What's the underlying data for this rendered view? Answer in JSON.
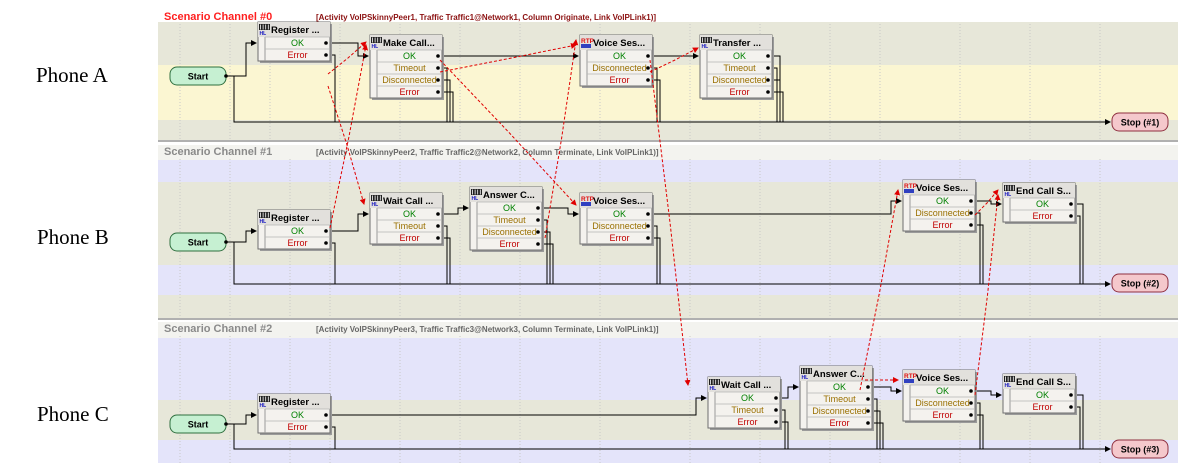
{
  "phones": [
    "Phone A",
    "Phone B",
    "Phone C"
  ],
  "colors": {
    "channel_active_title": "#ff2020",
    "channel_inactive_title": "#8a8a8a",
    "channel_desc": "#8b1010",
    "lane_yellow": "#fbf6d2",
    "lane_blue": "#e4e4fa",
    "lane_gray": "#e7e7d9",
    "start_fill": "#c6f0d2",
    "stop_fill": "#f5c8cc",
    "port_ok": "#008000",
    "port_timeout": "#9a7000",
    "port_error": "#c00000",
    "signal_link": "#e00000"
  },
  "channels": [
    {
      "title": "Scenario Channel #0",
      "description": "[Activity VoIPSkinnyPeer1, Traffic Traffic1@Network1, Column Originate, Link VoIPLink1)]",
      "start_label": "Start",
      "stop_label": "Stop (#1)",
      "blocks": [
        {
          "title": "Register ...",
          "icon": "hl-icon",
          "ports": [
            "OK",
            "Error"
          ]
        },
        {
          "title": "Make Call...",
          "icon": "hl-icon",
          "ports": [
            "OK",
            "Timeout",
            "Disconnected",
            "Error"
          ]
        },
        {
          "title": "Voice Ses...",
          "icon": "rtp-icon",
          "ports": [
            "OK",
            "Disconnected",
            "Error"
          ]
        },
        {
          "title": "Transfer ...",
          "icon": "hl-icon",
          "ports": [
            "OK",
            "Timeout",
            "Disconnected",
            "Error"
          ]
        }
      ]
    },
    {
      "title": "Scenario Channel #1",
      "description": "[Activity VoIPSkinnyPeer2, Traffic Traffic2@Network2, Column Terminate, Link VoIPLink1)]",
      "start_label": "Start",
      "stop_label": "Stop (#2)",
      "blocks": [
        {
          "title": "Register ...",
          "icon": "hl-icon",
          "ports": [
            "OK",
            "Error"
          ]
        },
        {
          "title": "Wait Call ...",
          "icon": "hl-icon",
          "ports": [
            "OK",
            "Timeout",
            "Error"
          ]
        },
        {
          "title": "Answer C...",
          "icon": "hl-icon",
          "ports": [
            "OK",
            "Timeout",
            "Disconnected",
            "Error"
          ]
        },
        {
          "title": "Voice Ses...",
          "icon": "rtp-icon",
          "ports": [
            "OK",
            "Disconnected",
            "Error"
          ]
        },
        {
          "title": "Voice Ses...",
          "icon": "rtp-icon",
          "ports": [
            "OK",
            "Disconnected",
            "Error"
          ]
        },
        {
          "title": "End Call S...",
          "icon": "hl-icon",
          "ports": [
            "OK",
            "Error"
          ]
        }
      ]
    },
    {
      "title": "Scenario Channel #2",
      "description": "[Activity VoIPSkinnyPeer3, Traffic Traffic3@Network3, Column Terminate, Link VoIPLink1)]",
      "start_label": "Start",
      "stop_label": "Stop (#3)",
      "blocks": [
        {
          "title": "Register ...",
          "icon": "hl-icon",
          "ports": [
            "OK",
            "Error"
          ]
        },
        {
          "title": "Wait Call ...",
          "icon": "hl-icon",
          "ports": [
            "OK",
            "Timeout",
            "Error"
          ]
        },
        {
          "title": "Answer C...",
          "icon": "hl-icon",
          "ports": [
            "OK",
            "Timeout",
            "Disconnected",
            "Error"
          ]
        },
        {
          "title": "Voice Ses...",
          "icon": "rtp-icon",
          "ports": [
            "OK",
            "Disconnected",
            "Error"
          ]
        },
        {
          "title": "End Call S...",
          "icon": "hl-icon",
          "ports": [
            "OK",
            "Error"
          ]
        }
      ]
    }
  ]
}
